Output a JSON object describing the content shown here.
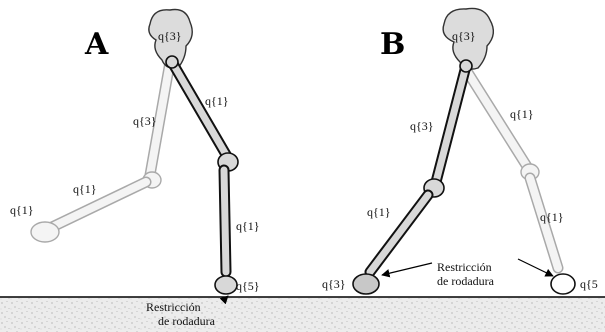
{
  "panels": [
    {
      "letter": "A",
      "coordinate_labels": {
        "pelvis": "q{3}",
        "stance_thigh": "q{1}",
        "swing_thigh": "q{3}",
        "swing_shank": "q{1}",
        "swing_foot": "q{1}",
        "stance_shank": "q{1}",
        "stance_foot": "q{5}"
      },
      "constraint_label": [
        "Restricción",
        "de rodadura"
      ]
    },
    {
      "letter": "B",
      "coordinate_labels": {
        "pelvis": "q{3}",
        "front_thigh": "q{3}",
        "front_shank": "q{1}",
        "front_foot": "q{3}",
        "back_thigh": "q{1}",
        "back_shank": "q{1}",
        "back_foot": "q{5"
      },
      "constraint_label": [
        "Restricción",
        "de rodadura"
      ]
    }
  ],
  "colors": {
    "bone_fill": "#d8d8d8",
    "bone_outline": "#111111",
    "faded_bone": "#f4f4f4",
    "faded_outline": "#a9a9a9",
    "ground_fill": "#e9e9e9"
  }
}
